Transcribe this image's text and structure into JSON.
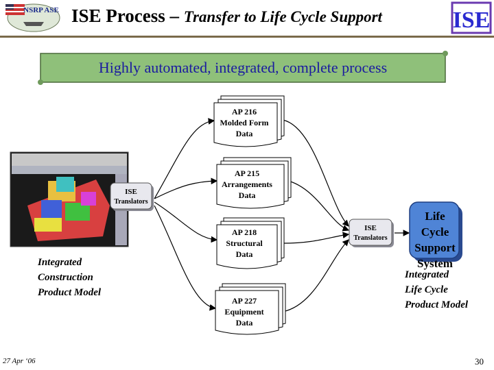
{
  "header": {
    "title_main": "ISE Process –",
    "title_sub": "Transfer to Life Cycle Support",
    "left_logo_text": "NSRP ASE",
    "right_logo_text": "ISE"
  },
  "banner": {
    "text": "Highly automated, integrated, complete process"
  },
  "diagram": {
    "documents": [
      {
        "lines": [
          "AP 216",
          "Molded Form",
          "Data"
        ]
      },
      {
        "lines": [
          "AP 215",
          "Arrangements",
          "Data"
        ]
      },
      {
        "lines": [
          "AP 218",
          "Structural",
          "Data"
        ]
      },
      {
        "lines": [
          "AP 227",
          "Equipment",
          "Data"
        ]
      }
    ],
    "translators": [
      {
        "lines": [
          "ISE",
          "Translators"
        ]
      },
      {
        "lines": [
          "ISE",
          "Translators"
        ]
      }
    ],
    "lcs": {
      "lines": [
        "Life Cycle",
        "Support",
        "System"
      ]
    },
    "colors": {
      "banner": "#8fc07a",
      "banner_text": "#1a1aa0",
      "lcs": "#4f84d6",
      "translator": "#e8e8ee"
    }
  },
  "left_label": [
    "Integrated",
    "Construction",
    "Product Model"
  ],
  "right_label": [
    "Integrated",
    "Life Cycle",
    "Product Model"
  ],
  "footer": {
    "date": "27 Apr ‘06",
    "page": "30"
  }
}
